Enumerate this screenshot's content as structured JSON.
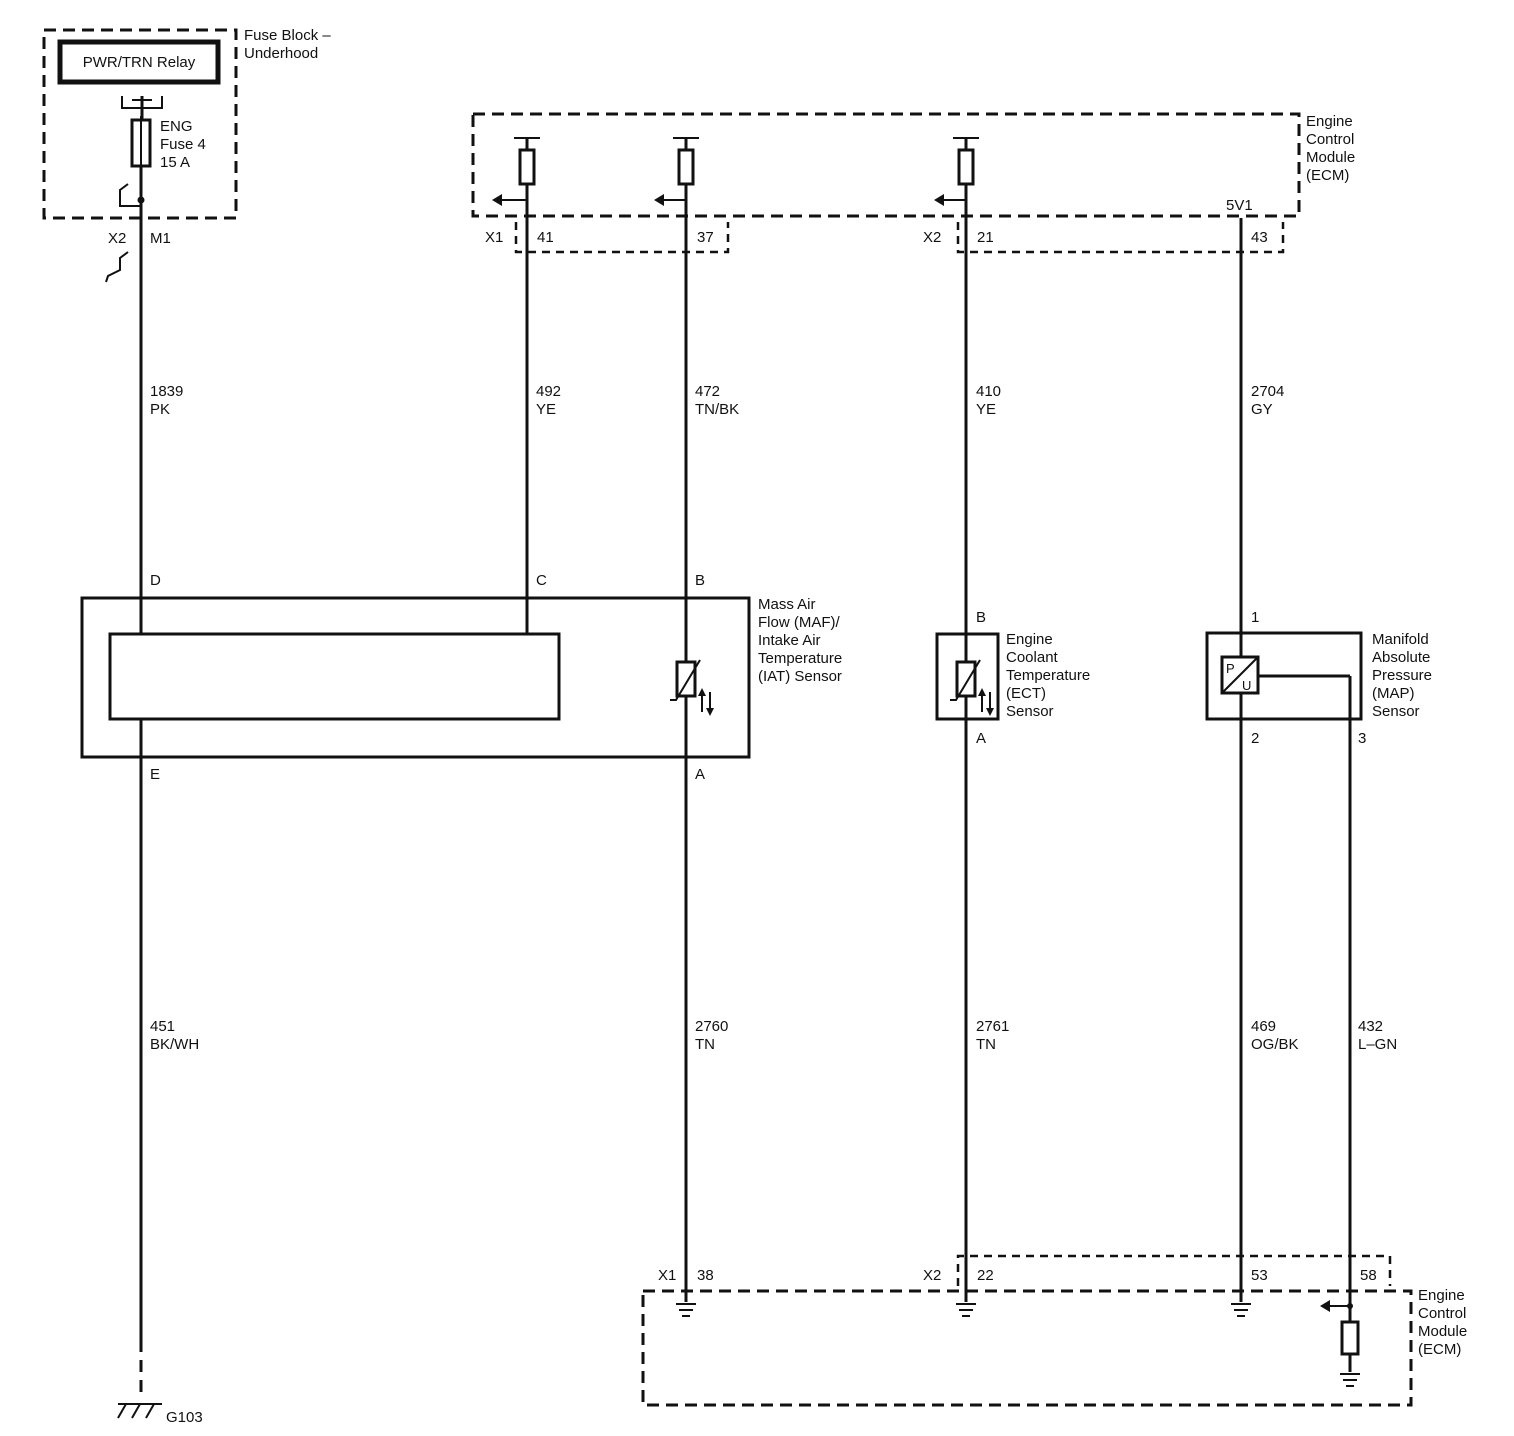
{
  "fuse_block": {
    "title_line1": "Fuse Block –",
    "title_line2": "Underhood",
    "relay_label": "PWR/TRN Relay",
    "fuse_line1": "ENG",
    "fuse_line2": "Fuse 4",
    "fuse_line3": "15 A",
    "connector": "X2",
    "pin": "M1"
  },
  "ecm_top": {
    "label_line1": "Engine",
    "label_line2": "Control",
    "label_line3": "Module",
    "label_line4": "(ECM)",
    "ref_label": "5V1",
    "connector_x1": "X1",
    "connector_x2": "X2",
    "pins": [
      "41",
      "37",
      "21",
      "43"
    ]
  },
  "wires": [
    {
      "circuit": "1839",
      "color": "PK"
    },
    {
      "circuit": "492",
      "color": "YE"
    },
    {
      "circuit": "472",
      "color": "TN/BK"
    },
    {
      "circuit": "410",
      "color": "YE"
    },
    {
      "circuit": "2704",
      "color": "GY"
    },
    {
      "circuit": "451",
      "color": "BK/WH"
    },
    {
      "circuit": "2760",
      "color": "TN"
    },
    {
      "circuit": "2761",
      "color": "TN"
    },
    {
      "circuit": "469",
      "color": "OG/BK"
    },
    {
      "circuit": "432",
      "color": "L–GN"
    }
  ],
  "maf_sensor": {
    "line1": "Mass Air",
    "line2": "Flow (MAF)/",
    "line3": "Intake Air",
    "line4": "Temperature",
    "line5": "(IAT) Sensor",
    "pins": [
      "D",
      "C",
      "B",
      "E",
      "A"
    ]
  },
  "ect_sensor": {
    "line1": "Engine",
    "line2": "Coolant",
    "line3": "Temperature",
    "line4": "(ECT)",
    "line5": "Sensor",
    "pins": [
      "B",
      "A"
    ]
  },
  "map_sensor": {
    "line1": "Manifold",
    "line2": "Absolute",
    "line3": "Pressure",
    "line4": "(MAP)",
    "line5": "Sensor",
    "pins": [
      "1",
      "2",
      "3"
    ],
    "symbol_p": "P",
    "symbol_u": "U"
  },
  "ecm_bottom": {
    "label_line1": "Engine",
    "label_line2": "Control",
    "label_line3": "Module",
    "label_line4": "(ECM)",
    "connector_x1": "X1",
    "connector_x2": "X2",
    "pins": [
      "38",
      "22",
      "53",
      "58"
    ]
  },
  "ground": {
    "label": "G103"
  }
}
